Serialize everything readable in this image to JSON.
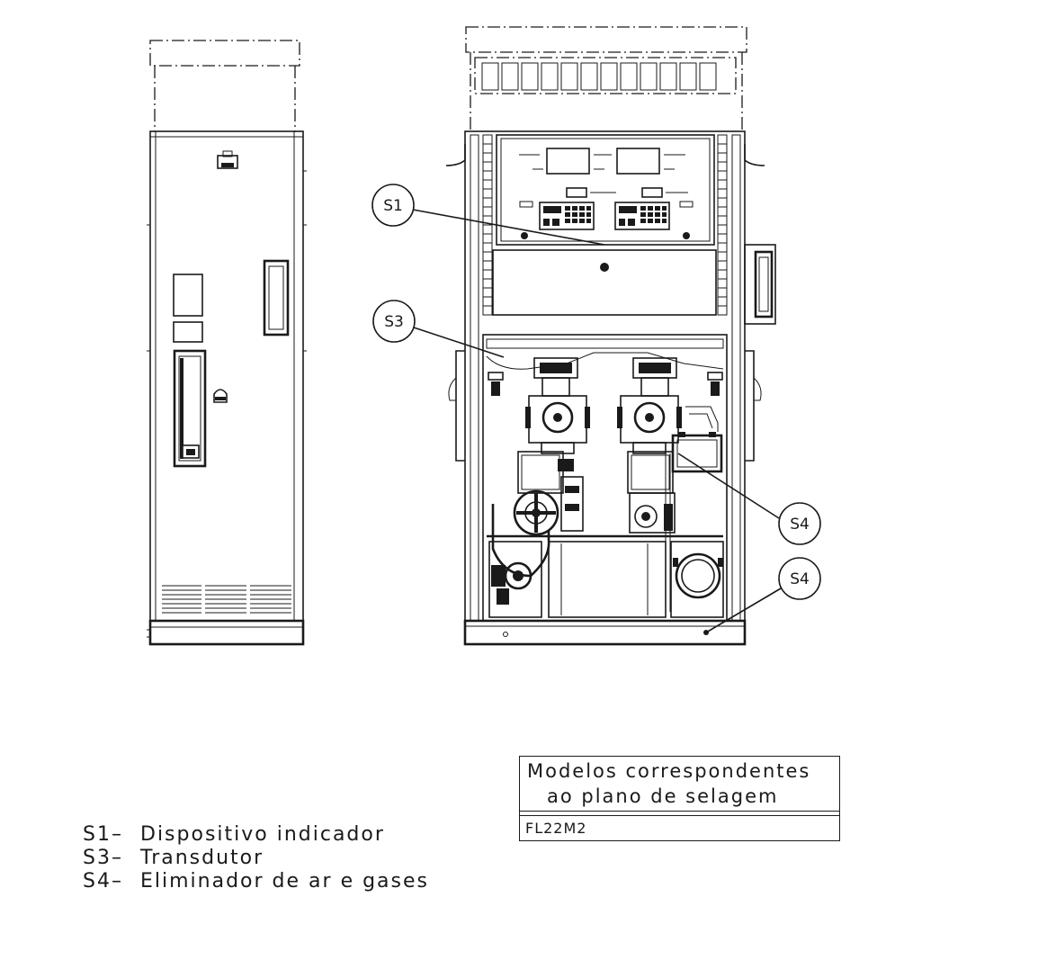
{
  "callouts": {
    "s1": "S1",
    "s3": "S3",
    "s4_upper": "S4",
    "s4_lower": "S4"
  },
  "legend": [
    {
      "code": "S1–",
      "text": "Dispositivo indicador"
    },
    {
      "code": "S3–",
      "text": "Transdutor"
    },
    {
      "code": "S4–",
      "text": "Eliminador de ar e gases"
    }
  ],
  "models_table": {
    "header_line1": "Modelos correspondentes",
    "header_line2": "ao plano de selagem",
    "value": "FL22M2"
  }
}
